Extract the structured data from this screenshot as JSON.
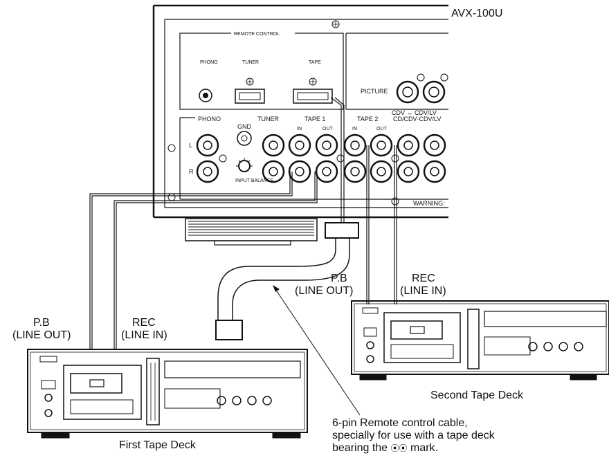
{
  "model_label": "AVX-100U",
  "panel": {
    "remote_control_label": "REMOTE CONTROL",
    "phono_top": "PHONO",
    "tuner_top": "TUNER",
    "tape_top": "TAPE",
    "picture_label": "PICTURE",
    "cdv_line": "CDV ↔ CDV/LV",
    "phono_sec": "PHONO",
    "tuner_sec": "TUNER",
    "tape1_sec": "TAPE 1",
    "tape2_sec": "TAPE 2",
    "cd_sec": "CD/CDV·CDV/LV",
    "gnd": "GND",
    "in1": "IN",
    "out1": "OUT",
    "in2": "IN",
    "out2": "OUT",
    "l": "L",
    "r": "R",
    "input_balance": "INPUT BALANCE",
    "warning": "WARNING:"
  },
  "labels": {
    "first_pb": "P.B",
    "first_pb_line": "(LINE OUT)",
    "first_rec": "REC",
    "first_rec_line": "(LINE IN)",
    "second_pb": "P.B",
    "second_pb_line": "(LINE OUT)",
    "second_rec": "REC",
    "second_rec_line": "(LINE IN)",
    "first_deck": "First Tape Deck",
    "second_deck": "Second Tape Deck",
    "cable_note_1": "6-pin Remote control cable,",
    "cable_note_2": "specially for use with a tape deck",
    "cable_note_3_pre": "bearing the",
    "cable_note_3_post": "mark.",
    "mark_glyph": "⦿⦿"
  }
}
